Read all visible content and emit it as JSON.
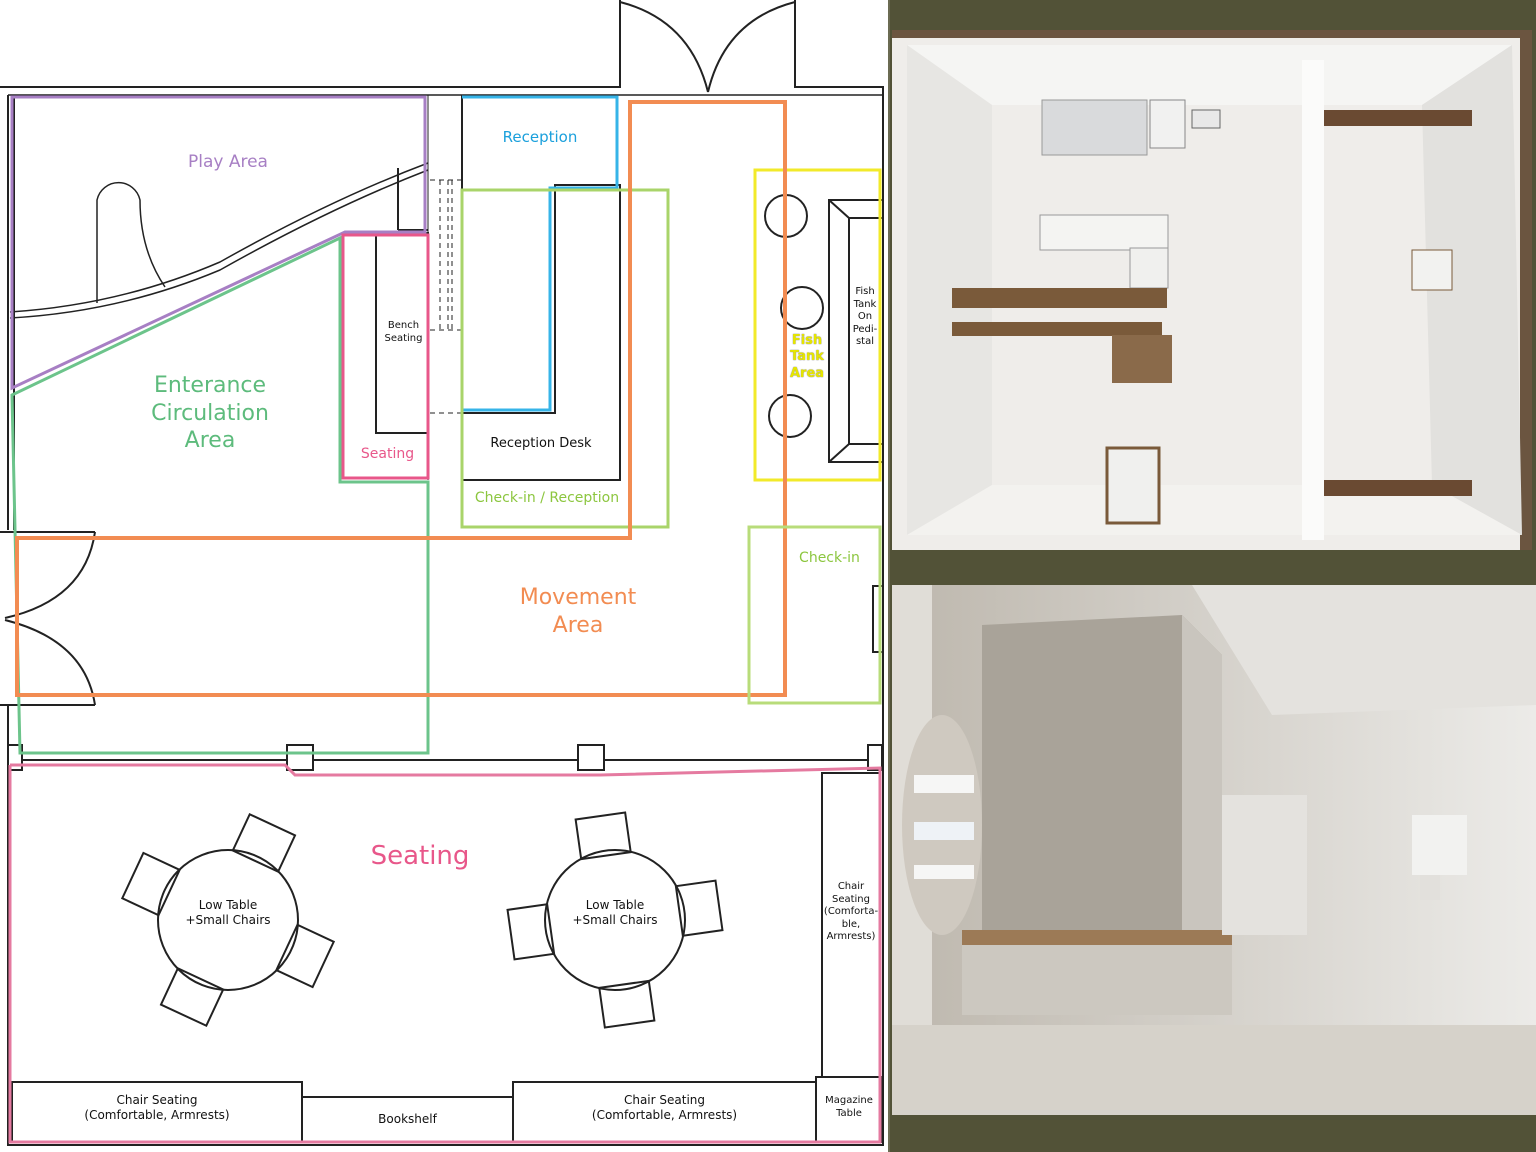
{
  "floor_plan": {
    "zones": [
      {
        "id": "play-area",
        "label": "Play Area",
        "color": "#a77fc4"
      },
      {
        "id": "reception",
        "label": "Reception",
        "color": "#1ba0dc"
      },
      {
        "id": "entrance-circulation",
        "label": "Enterance\nCirculation\nArea",
        "color": "#5dbb7c"
      },
      {
        "id": "bench-seating-zone",
        "label": "Seating",
        "color": "#e8578a"
      },
      {
        "id": "check-in-reception",
        "label": "Check-in / Reception",
        "color": "#8cc63f"
      },
      {
        "id": "fish-tank-area",
        "label": "Fish\nTank\nArea",
        "color": "#e6e600"
      },
      {
        "id": "movement-area",
        "label": "Movement\nArea",
        "color": "#f28c52"
      },
      {
        "id": "check-in",
        "label": "Check-in",
        "color": "#8cc63f"
      },
      {
        "id": "seating",
        "label": "Seating",
        "color": "#e8578a"
      }
    ],
    "furniture": {
      "bench_seating": "Bench\nSeating",
      "reception_desk": "Reception Desk",
      "fish_tank": "Fish\nTank\nOn\nPedi-\nstal",
      "table_1": "Low Table\n+Small Chairs",
      "table_2": "Low Table\n+Small Chairs",
      "chair_seating_right": "Chair\nSeating\n(Comforta-\nble,\nArmrests)",
      "chair_seating_left": "Chair Seating\n(Comfortable, Armrests)",
      "bookshelf": "Bookshelf",
      "chair_seating_mid": "Chair Seating\n(Comfortable, Armrests)",
      "magazine_table": "Magazine\nTable"
    }
  },
  "photos": {
    "top": {
      "subject": "Top-down view of cardboard physical model"
    },
    "bottom": {
      "subject": "Interior perspective of cardboard physical model"
    },
    "background_color": "#525237"
  }
}
